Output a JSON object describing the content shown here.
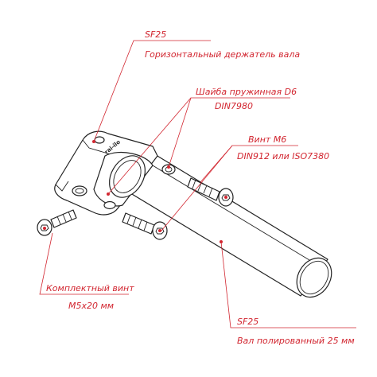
{
  "theme": {
    "label_color": "#d22630",
    "line_color": "#222222"
  },
  "labels": {
    "holder": {
      "code": "SF25",
      "name": "Горизонтальный держатель вала"
    },
    "washer": {
      "name": "Шайба пружинная D6",
      "standard": "DIN7980"
    },
    "screw_m6": {
      "name": "Винт M6",
      "standard": "DIN912 или ISO7380"
    },
    "kit_screw": {
      "name": "Комплектный винт",
      "size": "M5x20 мм"
    },
    "shaft": {
      "code": "SF25",
      "name": "Вал полированный 25 мм"
    }
  },
  "holder_stamp": "rai-ilo"
}
